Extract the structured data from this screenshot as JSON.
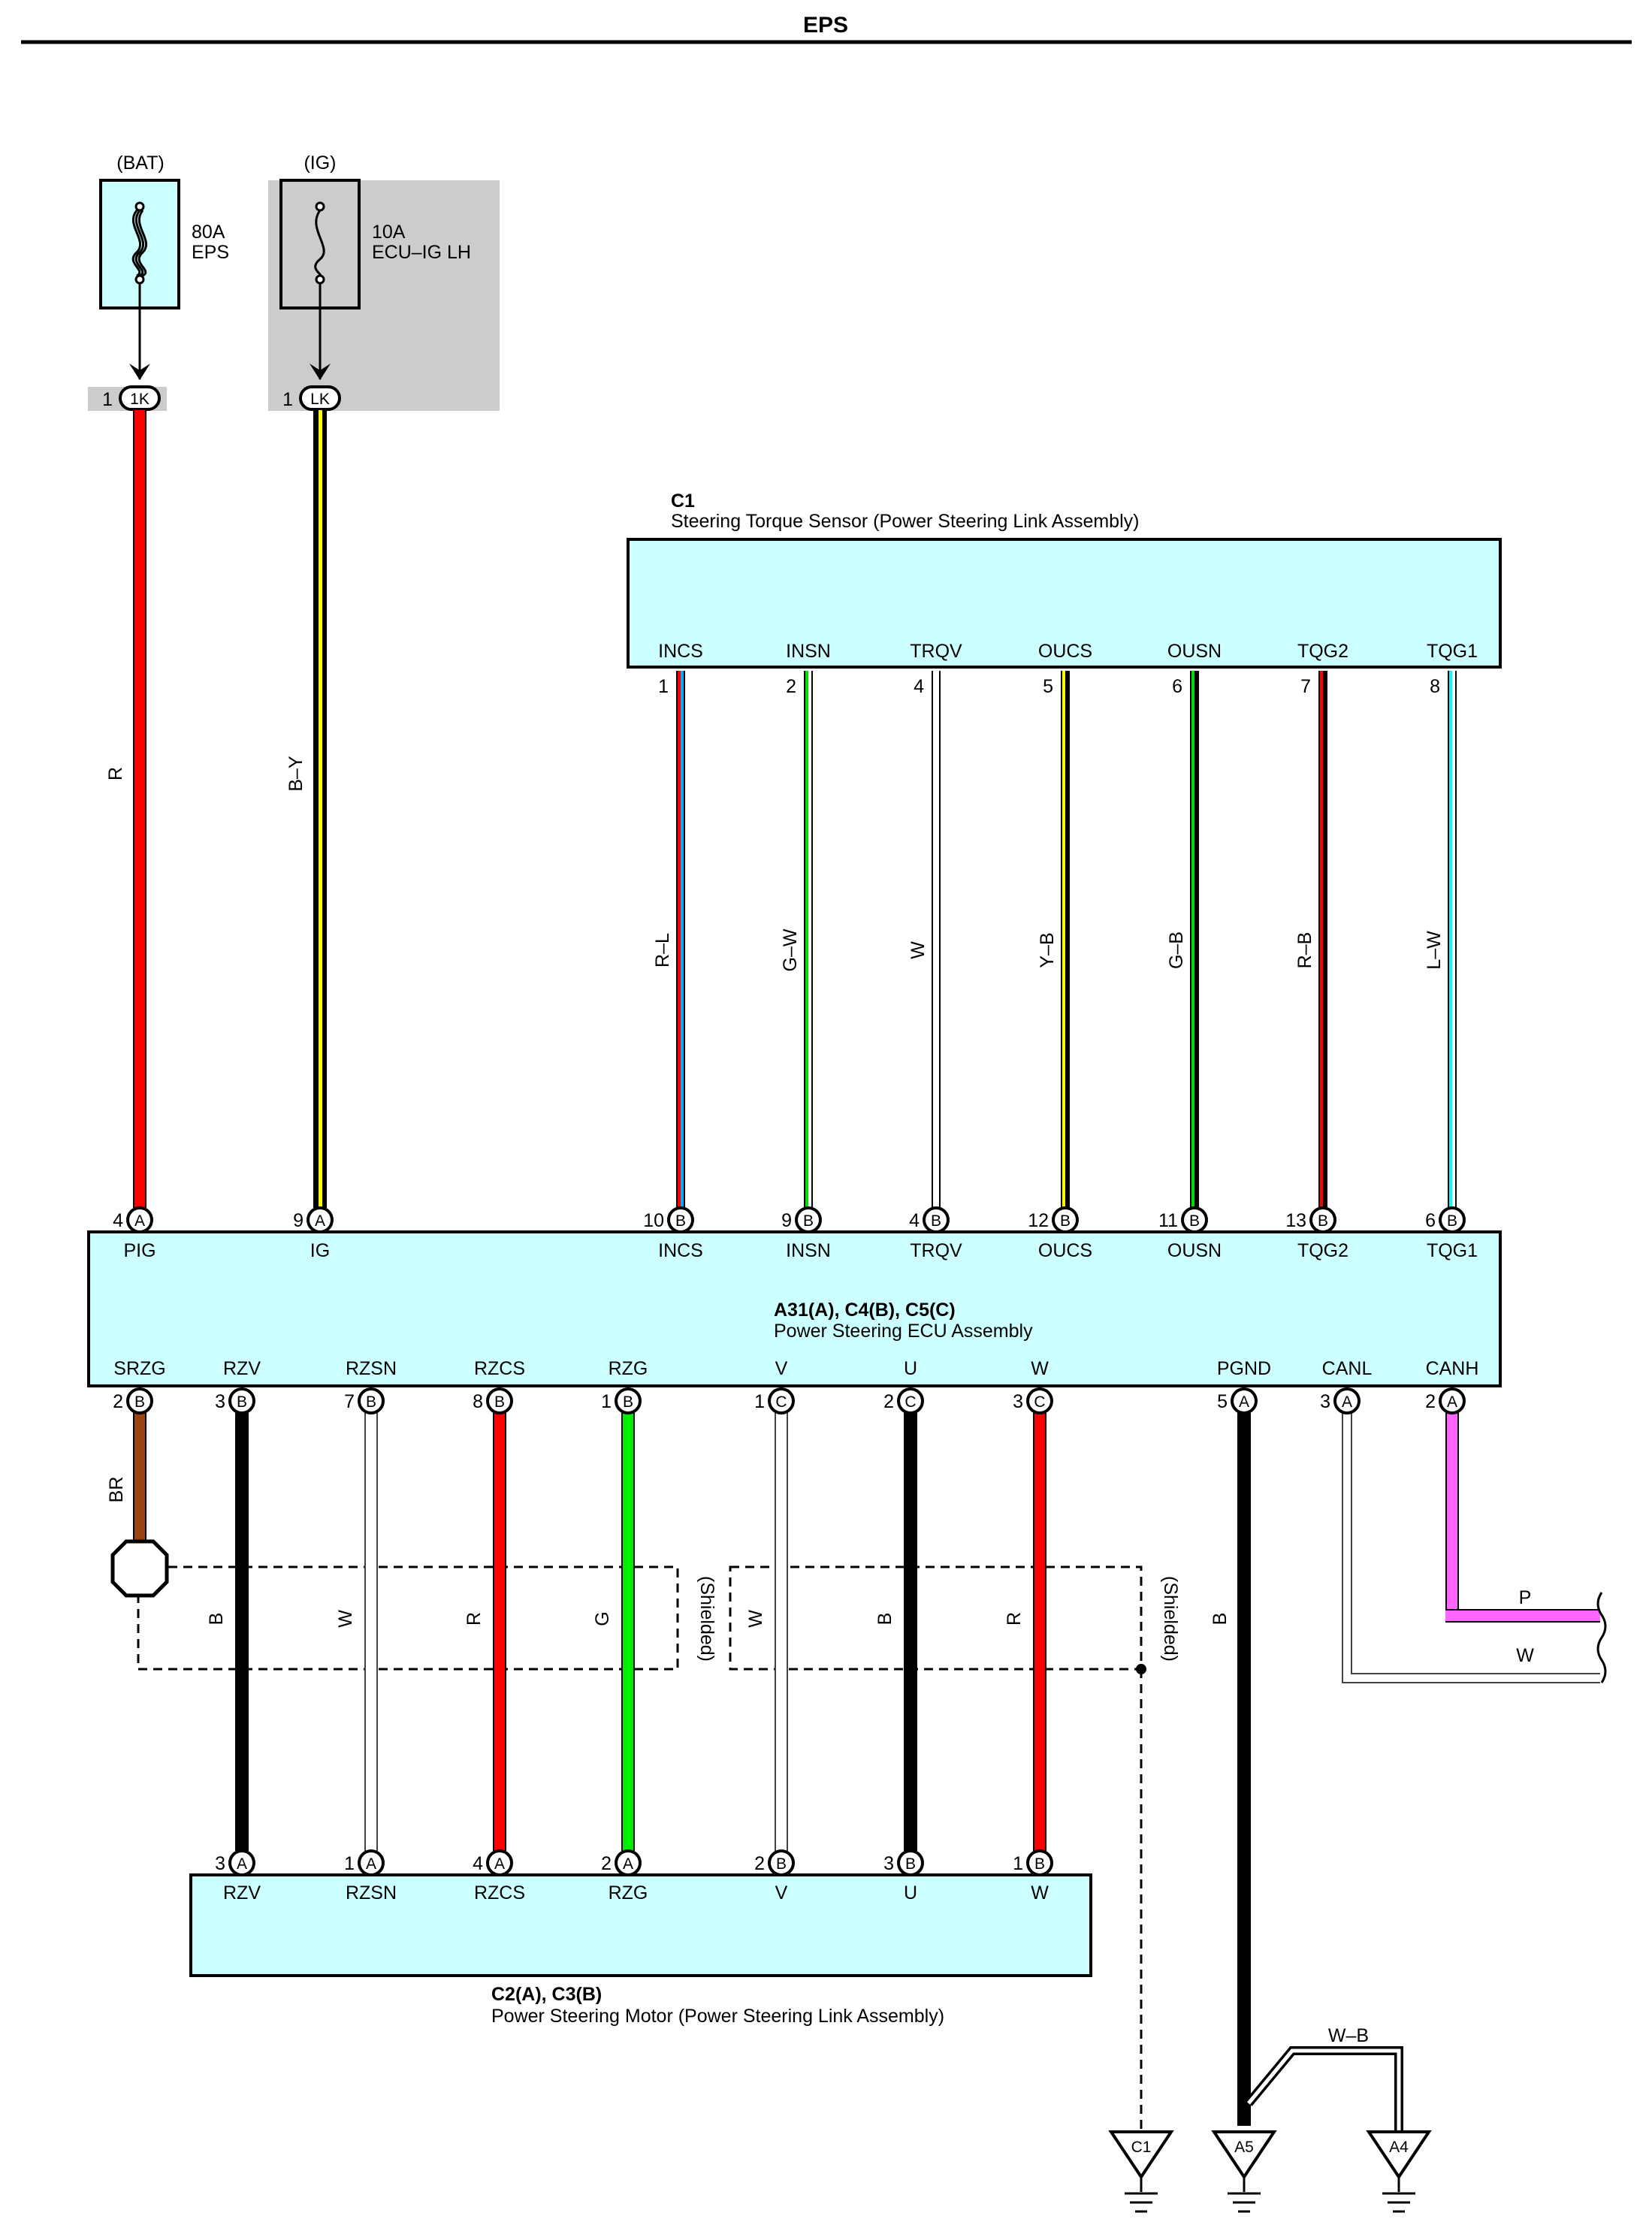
{
  "title": "EPS",
  "fuses": {
    "bat": {
      "supply": "(BAT)",
      "rating": "80A",
      "name": "EPS",
      "pin": "1",
      "connector": "1K"
    },
    "ig": {
      "supply": "(IG)",
      "rating": "10A",
      "name": "ECU–IG LH",
      "pin": "1",
      "connector": "LK"
    }
  },
  "components": {
    "torque_sensor": {
      "id": "C1",
      "name": "Steering Torque Sensor (Power Steering Link Assembly)"
    },
    "ecu": {
      "id": "A31(A), C4(B), C5(C)",
      "name": "Power Steering ECU Assembly"
    },
    "motor": {
      "id": "C2(A), C3(B)",
      "name": "Power Steering Motor (Power Steering Link Assembly)"
    }
  },
  "power_wires": [
    {
      "color_code": "R",
      "colors": [
        "#ff0000"
      ],
      "pin": "4",
      "conn": "A",
      "terminal": "PIG"
    },
    {
      "color_code": "B–Y",
      "colors": [
        "#000000",
        "#ffff00"
      ],
      "pin": "9",
      "conn": "A",
      "terminal": "IG"
    }
  ],
  "sensor_wires": [
    {
      "terminal": "INCS",
      "sensor_pin": "1",
      "color_code": "R–L",
      "colors": [
        "#ff0000",
        "#00aaff"
      ],
      "ecu_pin": "10",
      "ecu_conn": "B"
    },
    {
      "terminal": "INSN",
      "sensor_pin": "2",
      "color_code": "G–W",
      "colors": [
        "#00dd00",
        "#ffffff"
      ],
      "ecu_pin": "9",
      "ecu_conn": "B"
    },
    {
      "terminal": "TRQV",
      "sensor_pin": "4",
      "color_code": "W",
      "colors": [
        "#ffffff"
      ],
      "ecu_pin": "4",
      "ecu_conn": "B"
    },
    {
      "terminal": "OUCS",
      "sensor_pin": "5",
      "color_code": "Y–B",
      "colors": [
        "#ffff00",
        "#000000"
      ],
      "ecu_pin": "12",
      "ecu_conn": "B"
    },
    {
      "terminal": "OUSN",
      "sensor_pin": "6",
      "color_code": "G–B",
      "colors": [
        "#00dd00",
        "#000000"
      ],
      "ecu_pin": "11",
      "ecu_conn": "B"
    },
    {
      "terminal": "TQG2",
      "sensor_pin": "7",
      "color_code": "R–B",
      "colors": [
        "#ff0000",
        "#000000"
      ],
      "ecu_pin": "13",
      "ecu_conn": "B"
    },
    {
      "terminal": "TQG1",
      "sensor_pin": "8",
      "color_code": "L–W",
      "colors": [
        "#00ffff",
        "#ffffff"
      ],
      "ecu_pin": "6",
      "ecu_conn": "B"
    }
  ],
  "ecu_bottom_terminals": [
    {
      "terminal": "SRZG",
      "pin": "2",
      "conn": "B"
    },
    {
      "terminal": "RZV",
      "pin": "3",
      "conn": "B"
    },
    {
      "terminal": "RZSN",
      "pin": "7",
      "conn": "B"
    },
    {
      "terminal": "RZCS",
      "pin": "8",
      "conn": "B"
    },
    {
      "terminal": "RZG",
      "pin": "1",
      "conn": "B"
    },
    {
      "terminal": "V",
      "pin": "1",
      "conn": "C"
    },
    {
      "terminal": "U",
      "pin": "2",
      "conn": "C"
    },
    {
      "terminal": "W",
      "pin": "3",
      "conn": "C"
    },
    {
      "terminal": "PGND",
      "pin": "5",
      "conn": "A"
    },
    {
      "terminal": "CANL",
      "pin": "3",
      "conn": "A"
    },
    {
      "terminal": "CANH",
      "pin": "2",
      "conn": "A"
    }
  ],
  "motor_wires": [
    {
      "terminal": "RZV",
      "color_code": "B",
      "colors": [
        "#000000"
      ],
      "motor_pin": "3",
      "motor_conn": "A"
    },
    {
      "terminal": "RZSN",
      "color_code": "W",
      "colors": [
        "#ffffff"
      ],
      "motor_pin": "1",
      "motor_conn": "A"
    },
    {
      "terminal": "RZCS",
      "color_code": "R",
      "colors": [
        "#ff0000"
      ],
      "motor_pin": "4",
      "motor_conn": "A"
    },
    {
      "terminal": "RZG",
      "color_code": "G",
      "colors": [
        "#00ee00"
      ],
      "motor_pin": "2",
      "motor_conn": "A"
    },
    {
      "terminal": "V",
      "color_code": "W",
      "colors": [
        "#ffffff"
      ],
      "motor_pin": "2",
      "motor_conn": "B"
    },
    {
      "terminal": "U",
      "color_code": "B",
      "colors": [
        "#000000"
      ],
      "motor_pin": "3",
      "motor_conn": "B"
    },
    {
      "terminal": "W",
      "color_code": "R",
      "colors": [
        "#ff0000"
      ],
      "motor_pin": "1",
      "motor_conn": "B"
    }
  ],
  "other_wires": {
    "srzg": "BR",
    "pgnd": "B",
    "canh": "P",
    "canl": "W",
    "ground_link": "W–B"
  },
  "shield_label": "(Shielded)",
  "grounds": [
    "C1",
    "A5",
    "A4"
  ],
  "colors": {
    "component_fill": "#ccffff",
    "fuse_box_fill": "#cccccc",
    "red": "#ff0000",
    "brown": "#994411",
    "green": "#00ee00",
    "pink": "#ff66ff",
    "yellow": "#ffff00",
    "cyan": "#00ffff"
  }
}
